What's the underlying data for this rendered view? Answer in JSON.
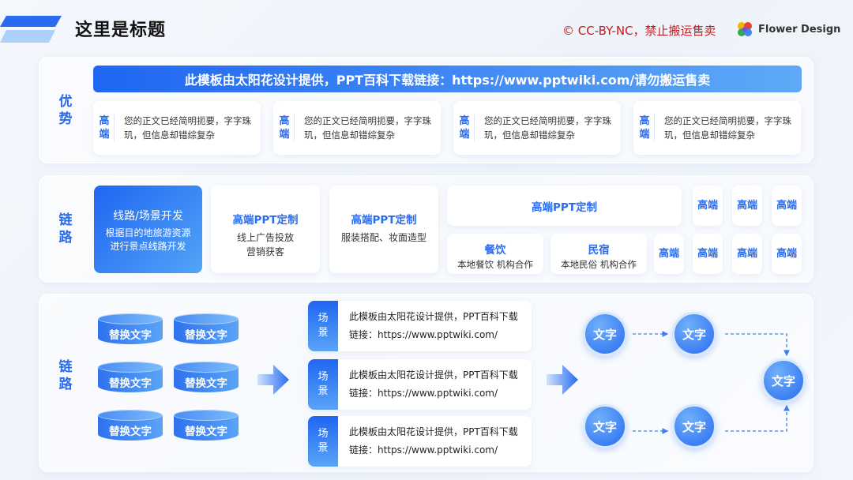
{
  "header": {
    "title": "这里是标题",
    "copyright": "© CC-BY-NC，禁止搬运售卖",
    "brand": "Flower Design"
  },
  "section_advantage": {
    "label": "优势",
    "banner": "此模板由太阳花设计提供，PPT百科下载链接：https://www.pptwiki.com/请勿搬运售卖",
    "cards": [
      {
        "tag": "高端",
        "text": "您的正文已经简明扼要，字字珠玑，但信息却错综复杂"
      },
      {
        "tag": "高端",
        "text": "您的正文已经简明扼要，字字珠玑，但信息却错综复杂"
      },
      {
        "tag": "高端",
        "text": "您的正文已经简明扼要，字字珠玑，但信息却错综复杂"
      },
      {
        "tag": "高端",
        "text": "您的正文已经简明扼要，字字珠玑，但信息却错综复杂"
      }
    ]
  },
  "section_route": {
    "label": "链路",
    "main": {
      "title": "线路/场景开发",
      "desc": "根据目的地旅游资源进行景点线路开发"
    },
    "cards": [
      {
        "title": "高端PPT定制",
        "desc": "线上广告投放营销获客"
      },
      {
        "title": "高端PPT定制",
        "desc": "服装搭配、妆面造型"
      }
    ],
    "wide_card": "高端PPT定制",
    "food_cards": [
      {
        "title": "餐饮",
        "desc": "本地餐饮 机构合作"
      },
      {
        "title": "民宿",
        "desc": "本地民俗 机构合作"
      }
    ],
    "mini_label": "高端"
  },
  "section_flow": {
    "label": "链路",
    "cylinders": [
      "替换文字",
      "替换文字",
      "替换文字",
      "替换文字",
      "替换文字",
      "替换文字"
    ],
    "scenes": [
      {
        "tag": "场景",
        "text": "此模板由太阳花设计提供，PPT百科下载链接：https://www.pptwiki.com/"
      },
      {
        "tag": "场景",
        "text": "此模板由太阳花设计提供，PPT百科下载链接：https://www.pptwiki.com/"
      },
      {
        "tag": "场景",
        "text": "此模板由太阳花设计提供，PPT百科下载链接：https://www.pptwiki.com/"
      }
    ],
    "circles": [
      "文字",
      "文字",
      "文字",
      "文字",
      "文字"
    ]
  }
}
